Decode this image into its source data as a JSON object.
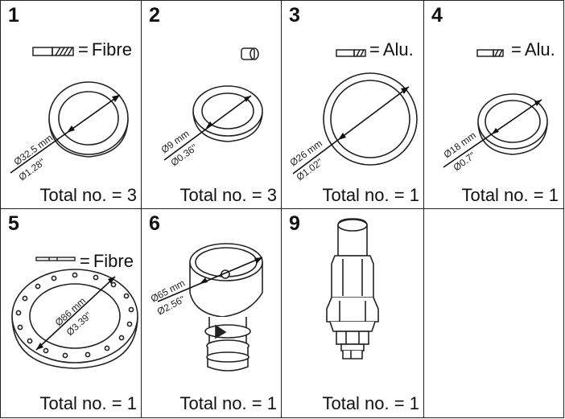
{
  "cells": [
    {
      "number": "1",
      "material": "Fibre",
      "diameter_mm": "Ø32.5 mm",
      "diameter_in": "Ø1.28\"",
      "total_label": "Total no.",
      "total_value": "3"
    },
    {
      "number": "2",
      "material": "",
      "diameter_mm": "Ø9 mm",
      "diameter_in": "Ø0.36\"",
      "total_label": "Total no.",
      "total_value": "3"
    },
    {
      "number": "3",
      "material": "Alu.",
      "diameter_mm": "Ø26 mm",
      "diameter_in": "Ø1.02\"",
      "total_label": "Total no.",
      "total_value": "1"
    },
    {
      "number": "4",
      "material": "Alu.",
      "diameter_mm": "Ø18 mm",
      "diameter_in": "Ø0.7\"",
      "total_label": "Total no.",
      "total_value": "1"
    },
    {
      "number": "5",
      "material": "Fibre",
      "diameter_mm": "Ø86 mm",
      "diameter_in": "Ø3.39\"",
      "total_label": "Total no.",
      "total_value": "1"
    },
    {
      "number": "6",
      "material": "",
      "diameter_mm": "Ø65 mm",
      "diameter_in": "Ø2.56\"",
      "total_label": "Total no.",
      "total_value": "1"
    },
    {
      "number": "9",
      "material": "",
      "diameter_mm": "",
      "diameter_in": "",
      "total_label": "Total no.",
      "total_value": "1"
    },
    {
      "number": "",
      "material": "",
      "diameter_mm": "",
      "diameter_in": "",
      "total_label": "",
      "total_value": ""
    }
  ],
  "equals_sign": "=",
  "icons": [
    "fibre-seal-icon",
    "washer-icon",
    "alu-seal-icon",
    "alu-seal-icon",
    "flat-seal-icon",
    "valve-insert-icon",
    "pin-valve-icon"
  ]
}
